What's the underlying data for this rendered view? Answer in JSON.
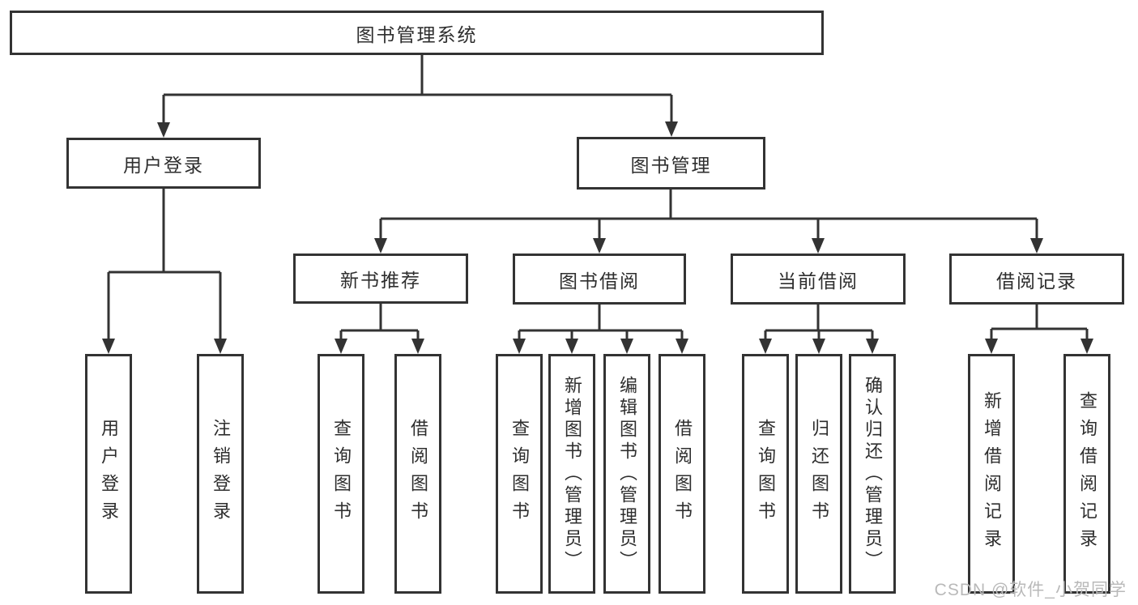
{
  "nodes": {
    "root": "图书管理系统",
    "user_login": "用户登录",
    "book_mgmt": "图书管理",
    "new_book_rec": "新书推荐",
    "book_borrow": "图书借阅",
    "current_borrow": "当前借阅",
    "borrow_record": "借阅记录",
    "leaf_user_login": "用户登录",
    "leaf_logout": "注销登录",
    "leaf_rec_query": "查询图书",
    "leaf_rec_borrow": "借阅图书",
    "leaf_bb_query": "查询图书",
    "leaf_bb_add": "新增图书（管理员）",
    "leaf_bb_edit": "编辑图书（管理员）",
    "leaf_bb_borrow": "借阅图书",
    "leaf_cb_query": "查询图书",
    "leaf_cb_return": "归还图书",
    "leaf_cb_confirm": "确认归还（管理员）",
    "leaf_br_add": "新增借阅记录",
    "leaf_br_query": "查询借阅记录"
  },
  "watermark": "CSDN @软件_小贺同学",
  "colors": {
    "line": "#333333",
    "background": "#ffffff",
    "watermark": "#b9b9b9"
  }
}
